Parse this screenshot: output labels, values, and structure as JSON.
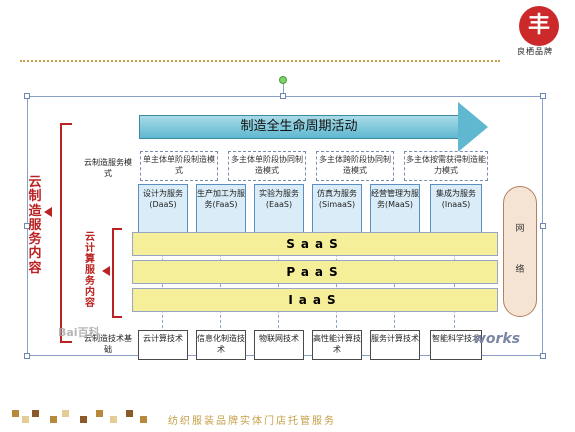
{
  "logo": {
    "glyph": "丰",
    "brand": "良栖品牌"
  },
  "lifecycle_arrow": "制造全生命周期活动",
  "left_outer_label": "云制造服务内容",
  "left_inner_label": "云计算服务内容",
  "row_labels": {
    "modes": "云制造服务模式",
    "base": "云制造技术基础"
  },
  "modes": [
    "单主体单阶段制造模式",
    "多主体单阶段协同制造模式",
    "多主体跨阶段协同制造模式",
    "多主体按需获得制造能力模式"
  ],
  "services": [
    "设计为服务(DaaS)",
    "生产加工为服务(FaaS)",
    "实验为服务(EaaS)",
    "仿真为服务(SimaaS)",
    "经营管理为服务(MaaS)",
    "集成为服务(InaaS)"
  ],
  "bands": [
    "SaaS",
    "PaaS",
    "IaaS"
  ],
  "techs": [
    "云计算技术",
    "信息化制造技术",
    "物联网技术",
    "高性能计算技术",
    "服务计算技术",
    "智能科学技术"
  ],
  "network_label": {
    "top": "网",
    "bottom": "络"
  },
  "watermarks": {
    "baidu": "Bai百科",
    "works": "works"
  },
  "footer": "纺织服装品牌实体门店托管服务"
}
